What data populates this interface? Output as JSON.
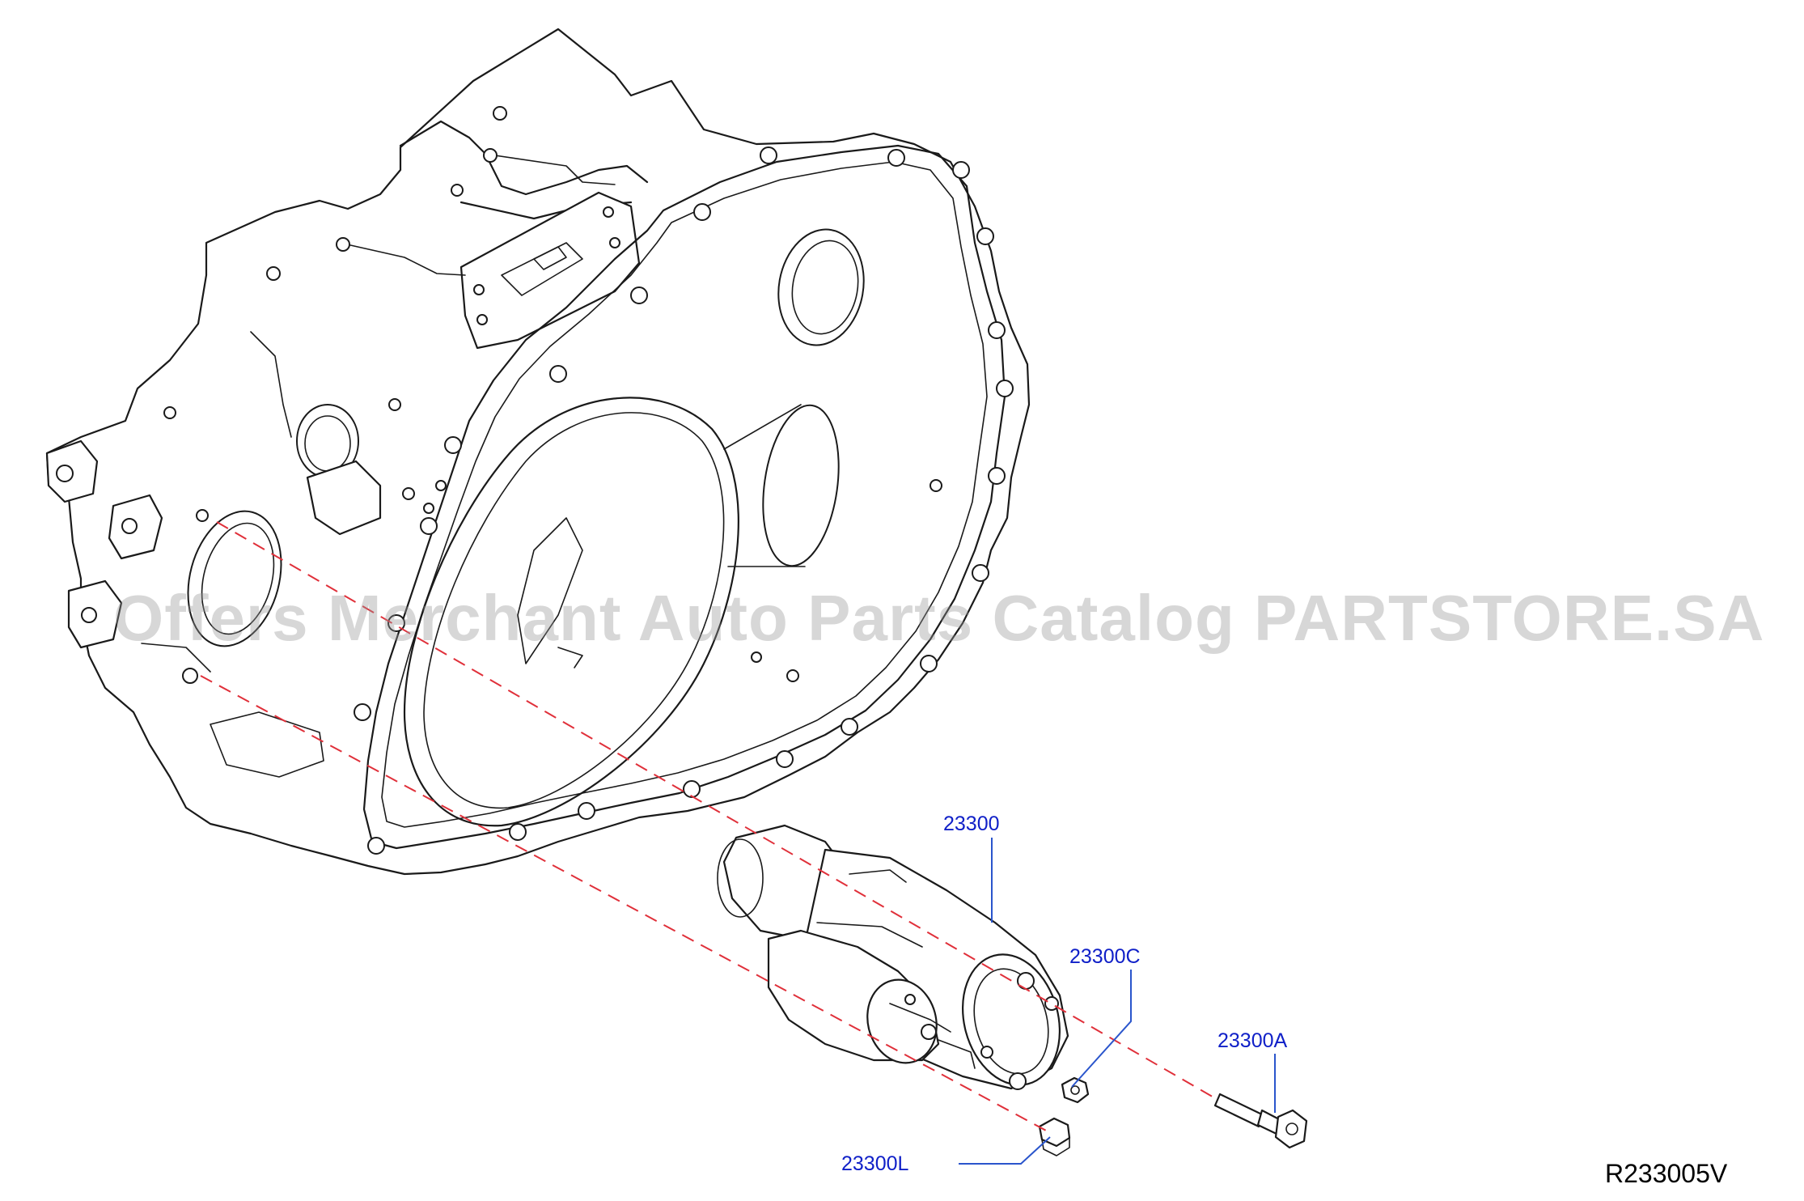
{
  "diagram": {
    "watermark": "Offers Merchant Auto Parts Catalog PARTSTORE.SA",
    "reference_code": "R233005V",
    "callouts": [
      {
        "id": "starter",
        "label": "23300"
      },
      {
        "id": "nut_c",
        "label": "23300C"
      },
      {
        "id": "bolt_a",
        "label": "23300A"
      },
      {
        "id": "nut_l",
        "label": "23300L"
      }
    ],
    "colors": {
      "callout_text": "#1020c8",
      "leader_line": "#2a55cc",
      "alignment_line": "#e0303a",
      "outline": "#1a1a1a"
    }
  }
}
